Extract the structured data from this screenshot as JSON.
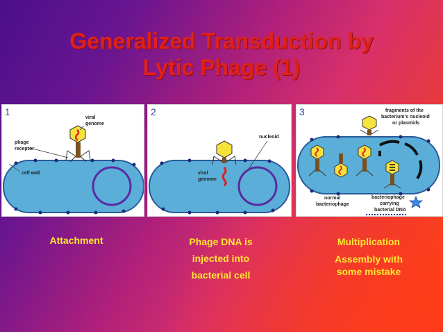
{
  "title": {
    "line1": "Generalized Transduction by",
    "line2": "Lytic Phage (1)"
  },
  "panels": [
    {
      "number": "1",
      "labels": {
        "viral_genome": [
          "viral",
          "genome"
        ],
        "phage_receptor": [
          "phage",
          "receptor"
        ],
        "cell_wall": "cell wall"
      },
      "caption": [
        "Attachment"
      ]
    },
    {
      "number": "2",
      "labels": {
        "nucleoid": "nucleoid",
        "viral_genome": [
          "viral",
          "genome"
        ]
      },
      "caption": [
        "Phage DNA is",
        "injected into",
        "bacterial cell"
      ]
    },
    {
      "number": "3",
      "labels": {
        "fragments": [
          "fragments of the",
          "bacterium's nucleoid",
          "or plasmids"
        ],
        "normal_bacteriophage": [
          "normal",
          "bacteriophage"
        ],
        "bacteriophage_carrying": [
          "bacteriophage",
          "carrying",
          "bacterial DNA"
        ]
      },
      "caption": [
        "Multiplication",
        "Assembly with",
        "some mistake"
      ]
    }
  ],
  "colors": {
    "title": "#e0201a",
    "caption": "#ffe830",
    "cell": "#5aaed8",
    "nucleoid": "#5a2aa0",
    "phage_head": "#f6e23a",
    "viral_dna": "#e02020"
  }
}
